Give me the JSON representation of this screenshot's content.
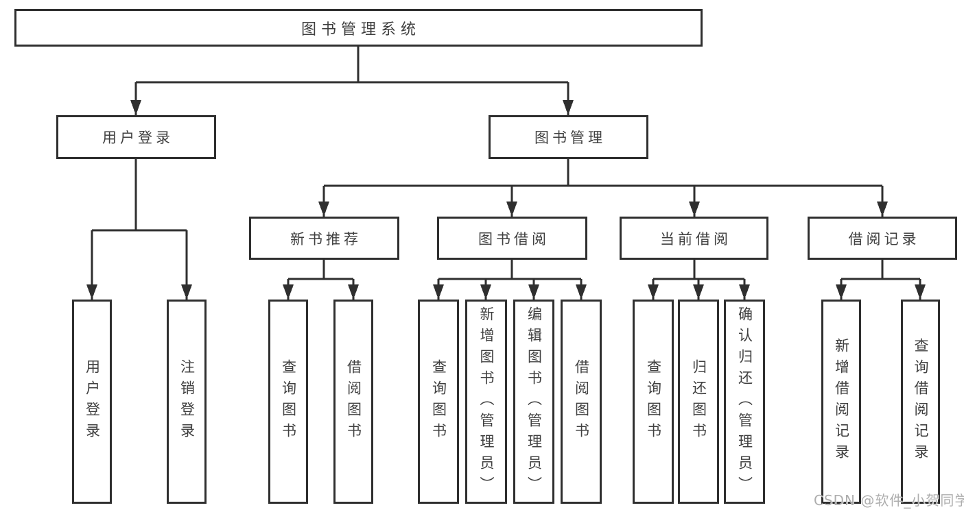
{
  "diagram_title": "图书管理系统",
  "watermark": "CSDN @软件_小贺同学",
  "colors": {
    "line": "#2f2f2f",
    "text": "#404040",
    "background": "#ffffff",
    "watermark": "#aeaeae"
  },
  "nodes": [
    {
      "id": "root",
      "label": "图书管理系统",
      "parent": null,
      "level": 1
    },
    {
      "id": "user-login",
      "label": "用户登录",
      "parent": "root",
      "level": 2
    },
    {
      "id": "book-management",
      "label": "图书管理",
      "parent": "root",
      "level": 2
    },
    {
      "id": "new-book-recommendation",
      "label": "新书推荐",
      "parent": "book-management",
      "level": 3
    },
    {
      "id": "book-borrowing",
      "label": "图书借阅",
      "parent": "book-management",
      "level": 3
    },
    {
      "id": "current-borrowing",
      "label": "当前借阅",
      "parent": "book-management",
      "level": 3
    },
    {
      "id": "borrowing-records",
      "label": "借阅记录",
      "parent": "book-management",
      "level": 3
    },
    {
      "id": "user-login-leaf",
      "label": "用户登录",
      "parent": "user-login",
      "level": 4
    },
    {
      "id": "logout",
      "label": "注销登录",
      "parent": "user-login",
      "level": 4
    },
    {
      "id": "query-books-rec",
      "label": "查询图书",
      "parent": "new-book-recommendation",
      "level": 4
    },
    {
      "id": "borrow-books-rec",
      "label": "借阅图书",
      "parent": "new-book-recommendation",
      "level": 4
    },
    {
      "id": "query-books-borrow",
      "label": "查询图书",
      "parent": "book-borrowing",
      "level": 4
    },
    {
      "id": "add-books-admin",
      "label": "新增图书（管理员）",
      "parent": "book-borrowing",
      "level": 4
    },
    {
      "id": "edit-books-admin",
      "label": "编辑图书（管理员）",
      "parent": "book-borrowing",
      "level": 4
    },
    {
      "id": "borrow-books",
      "label": "借阅图书",
      "parent": "book-borrowing",
      "level": 4
    },
    {
      "id": "query-books-current",
      "label": "查询图书",
      "parent": "current-borrowing",
      "level": 4
    },
    {
      "id": "return-books",
      "label": "归还图书",
      "parent": "current-borrowing",
      "level": 4
    },
    {
      "id": "confirm-return-admin",
      "label": "确认归还（管理员）",
      "parent": "current-borrowing",
      "level": 4
    },
    {
      "id": "add-borrowing-record",
      "label": "新增借阅记录",
      "parent": "borrowing-records",
      "level": 4
    },
    {
      "id": "query-borrowing-record",
      "label": "查询借阅记录",
      "parent": "borrowing-records",
      "level": 4
    }
  ]
}
